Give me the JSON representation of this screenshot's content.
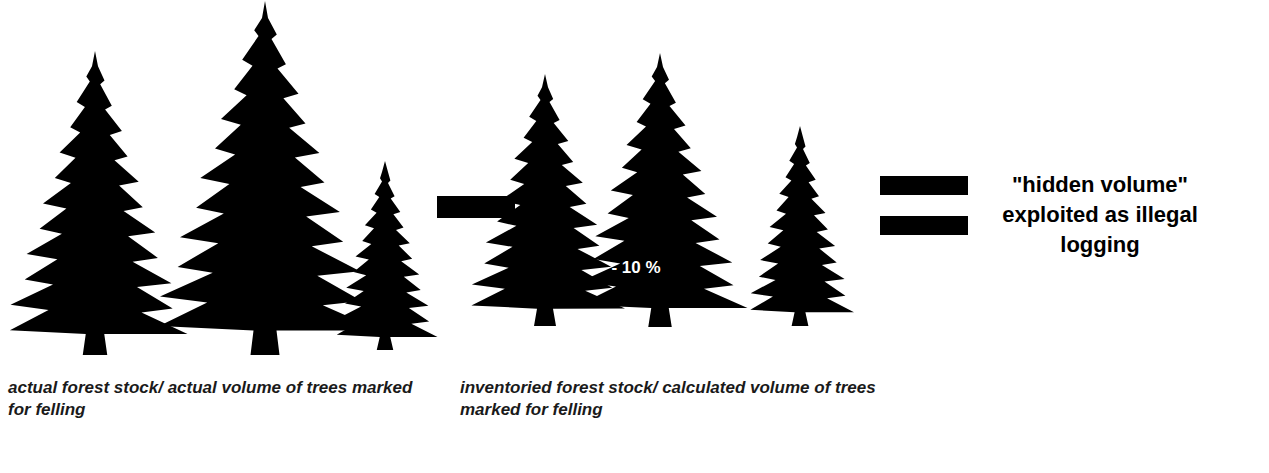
{
  "diagram": {
    "labels": [
      "- 10 %",
      "\"hidden volume\" exploited as illegal logging",
      "actual forest stock/ actual volume of trees marked for felling",
      "inventoried forest stock/ calculated volume of trees marked for felling"
    ]
  }
}
